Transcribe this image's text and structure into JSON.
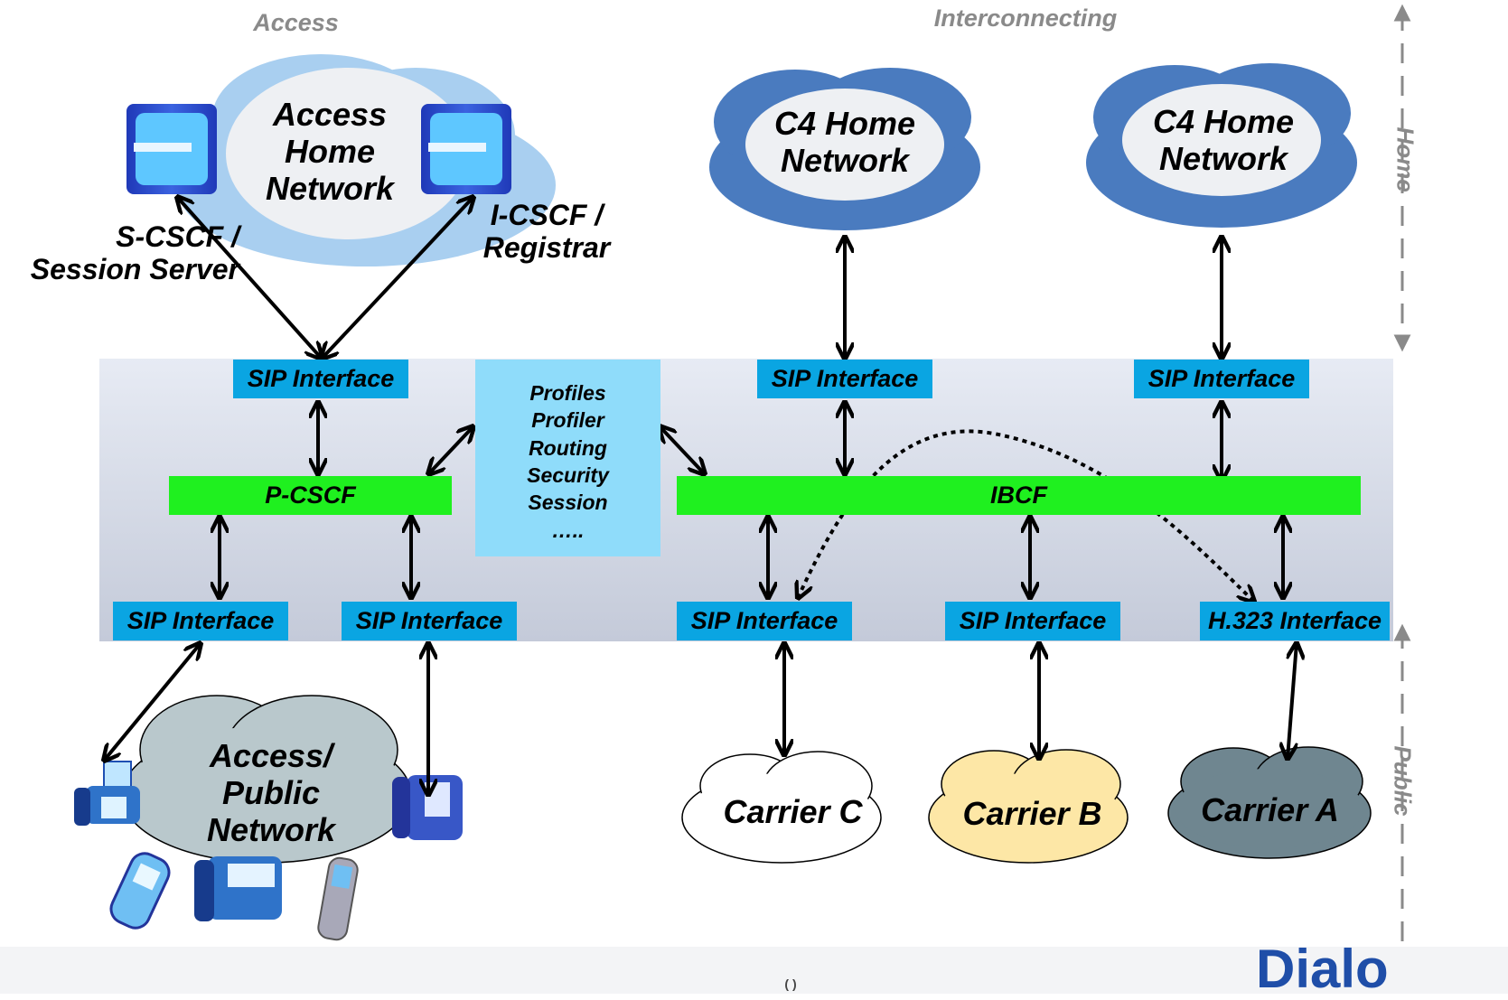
{
  "zones": {
    "access": "Access",
    "interconnecting": "Interconnecting",
    "home": "Home",
    "public": "Public"
  },
  "clouds": {
    "access_home": "Access\nHome\nNetwork",
    "c4_home_1": "C4 Home\nNetwork",
    "c4_home_2": "C4 Home\nNetwork",
    "access_public": "Access/\nPublic\nNetwork",
    "carrier_c": "Carrier C",
    "carrier_b": "Carrier B",
    "carrier_a": "Carrier A"
  },
  "servers": {
    "s_cscf": "S-CSCF /\nSession Server",
    "i_cscf": "I-CSCF /\nRegistrar"
  },
  "interfaces": {
    "top_left": "SIP Interface",
    "top_mid": "SIP Interface",
    "top_right": "SIP Interface",
    "bottom_1": "SIP Interface",
    "bottom_2": "SIP Interface",
    "bottom_3": "SIP Interface",
    "bottom_4": "SIP Interface",
    "bottom_5": "H.323 Interface"
  },
  "functions": {
    "p_cscf": "P-CSCF",
    "ibcf": "IBCF",
    "center_items": [
      "Profiles",
      "Profiler",
      "Routing",
      "Security",
      "Session",
      "….."
    ]
  },
  "colors": {
    "interface": "#0aa5e2",
    "function_bar": "#1ff01f",
    "center_box": "#8fdcfa",
    "cloud_dark_blue": "#4a7bbf",
    "cloud_yellow": "#fde7a6",
    "cloud_gray": "#6f8690"
  },
  "footer": {
    "brand_fragment": "Dialo",
    "page_marker": "(  )"
  }
}
